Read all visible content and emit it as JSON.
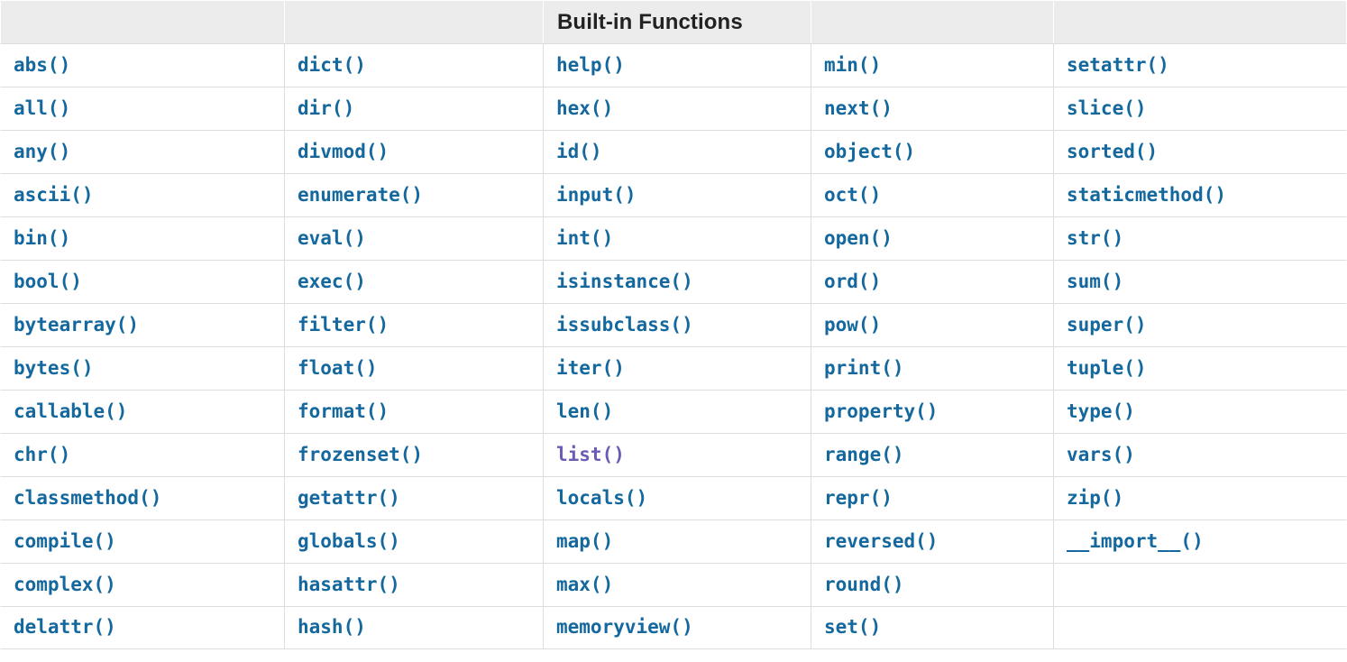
{
  "table": {
    "title": "Built-in Functions",
    "title_column_index": 2,
    "column_count": 5,
    "row_count": 14,
    "colors": {
      "link": "#14689e",
      "visited_link": "#6b5bb5",
      "header_background": "#ececec",
      "cell_background": "#ffffff",
      "border": "#dddddd",
      "title_text": "#222222"
    },
    "header_cells": [
      "",
      "",
      "Built-in Functions",
      "",
      ""
    ],
    "rows": [
      [
        "abs()",
        "dict()",
        "help()",
        "min()",
        "setattr()"
      ],
      [
        "all()",
        "dir()",
        "hex()",
        "next()",
        "slice()"
      ],
      [
        "any()",
        "divmod()",
        "id()",
        "object()",
        "sorted()"
      ],
      [
        "ascii()",
        "enumerate()",
        "input()",
        "oct()",
        "staticmethod()"
      ],
      [
        "bin()",
        "eval()",
        "int()",
        "open()",
        "str()"
      ],
      [
        "bool()",
        "exec()",
        "isinstance()",
        "ord()",
        "sum()"
      ],
      [
        "bytearray()",
        "filter()",
        "issubclass()",
        "pow()",
        "super()"
      ],
      [
        "bytes()",
        "float()",
        "iter()",
        "print()",
        "tuple()"
      ],
      [
        "callable()",
        "format()",
        "len()",
        "property()",
        "type()"
      ],
      [
        "chr()",
        "frozenset()",
        "list()",
        "range()",
        "vars()"
      ],
      [
        "classmethod()",
        "getattr()",
        "locals()",
        "repr()",
        "zip()"
      ],
      [
        "compile()",
        "globals()",
        "map()",
        "reversed()",
        "__import__()"
      ],
      [
        "complex()",
        "hasattr()",
        "max()",
        "round()",
        ""
      ],
      [
        "delattr()",
        "hash()",
        "memoryview()",
        "set()",
        ""
      ]
    ],
    "visited_links": [
      "list()"
    ]
  }
}
